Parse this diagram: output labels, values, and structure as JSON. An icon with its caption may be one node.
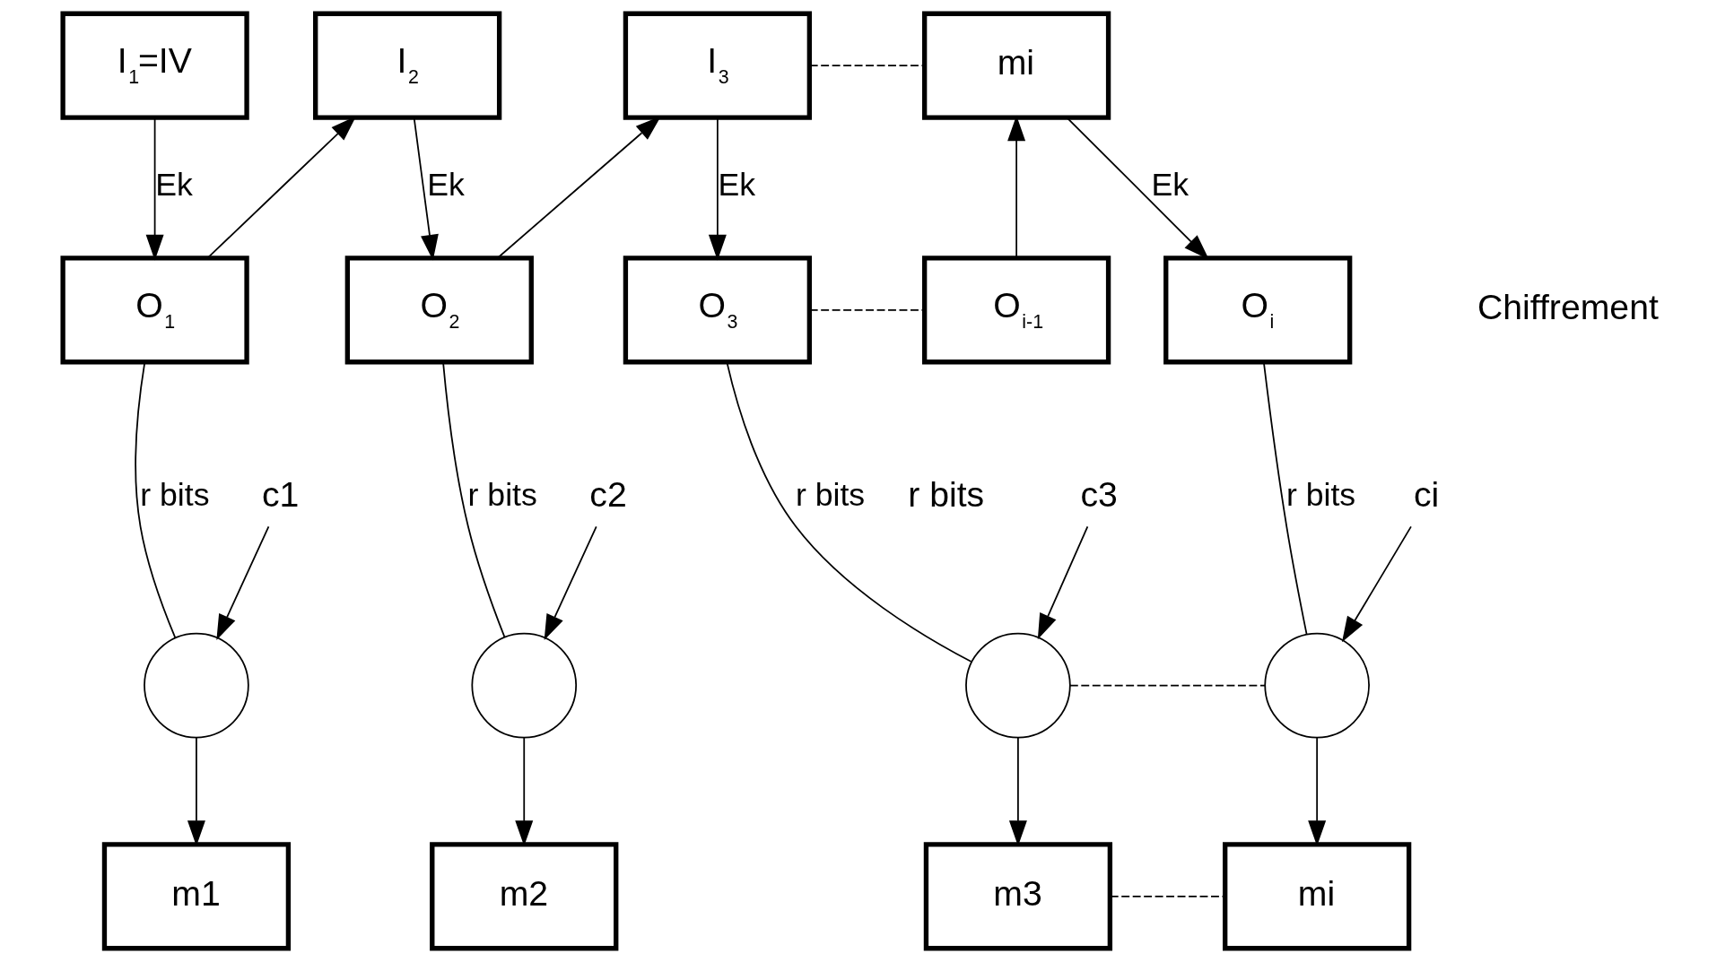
{
  "diagram": {
    "nodes": [
      {
        "text": [
          "I$_{1}$=IV"
        ]
      },
      {
        "text": [
          "I$_{2}$"
        ]
      },
      {
        "text": [
          "I$_{3}$"
        ]
      },
      {
        "text": [
          "mi"
        ]
      },
      {
        "text": [
          "O$_{1}$"
        ]
      },
      {
        "text": [
          "O$_{2}$"
        ]
      },
      {
        "text": [
          "O$_{3}$"
        ]
      },
      {
        "text": [
          "O$_{i-1}$"
        ]
      },
      {
        "text": [
          "O$_{i}$"
        ]
      },
      {
        "text": [
          "c1"
        ]
      },
      {
        "text": [
          "c2"
        ]
      },
      {
        "text": [
          "c3"
        ]
      },
      {
        "text": [
          "ci"
        ]
      },
      {
        "text": [],
        "shape": "circle"
      },
      {
        "text": [],
        "shape": "circle"
      },
      {
        "text": [],
        "shape": "circle"
      },
      {
        "text": [],
        "shape": "circle"
      },
      {
        "text": [
          "m1"
        ]
      },
      {
        "text": [
          "m2"
        ]
      },
      {
        "text": [
          "m3"
        ]
      },
      {
        "text": [
          "mi"
        ]
      }
    ],
    "edges": [
      {
        "from": 0,
        "to": 4,
        "arrow": "to",
        "label": "Ek"
      },
      {
        "from": 4,
        "to": 1,
        "arrow": "to"
      },
      {
        "from": 1,
        "to": 5,
        "arrow": "to",
        "label": "Ek"
      },
      {
        "from": 5,
        "to": 2,
        "arrow": "to"
      },
      {
        "from": 2,
        "to": 6,
        "arrow": "to",
        "label": "Ek"
      },
      {
        "from": 7,
        "to": 3,
        "arrow": "to"
      },
      {
        "from": 3,
        "to": 8,
        "arrow": "to",
        "label": "Ek"
      },
      {
        "from": 2,
        "to": 3,
        "arrow": "none",
        "style": "dashed"
      },
      {
        "from": 6,
        "to": 7,
        "arrow": "none",
        "style": "dashed"
      },
      {
        "from": 4,
        "to": 13,
        "arrow": "none",
        "label": "r bits"
      },
      {
        "from": 5,
        "to": 14,
        "arrow": "none",
        "label": "r bits"
      },
      {
        "from": 6,
        "to": 15,
        "arrow": "none",
        "label": "r bits"
      },
      {
        "from": 8,
        "to": 16,
        "arrow": "none",
        "label": "r bits"
      },
      {
        "from": 9,
        "to": 13,
        "arrow": "to"
      },
      {
        "from": 10,
        "to": 14,
        "arrow": "to"
      },
      {
        "from": 11,
        "to": 15,
        "arrow": "to"
      },
      {
        "from": 12,
        "to": 16,
        "arrow": "to"
      },
      {
        "from": 15,
        "to": 16,
        "arrow": "none",
        "style": "dashed"
      },
      {
        "from": 13,
        "to": 17,
        "arrow": "to"
      },
      {
        "from": 14,
        "to": 18,
        "arrow": "to"
      },
      {
        "from": 15,
        "to": 19,
        "arrow": "to"
      },
      {
        "from": 16,
        "to": 20,
        "arrow": "to"
      },
      {
        "from": 19,
        "to": 20,
        "arrow": "none",
        "style": "dashed"
      }
    ],
    "labels": [
      "Chiffrement",
      "r bits"
    ]
  }
}
